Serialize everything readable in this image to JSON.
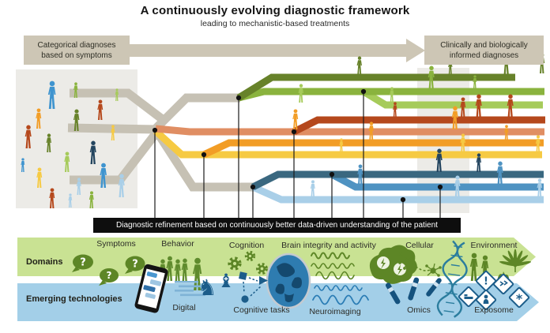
{
  "figure": {
    "title": "A continuously evolving diagnostic framework",
    "subtitle": "leading to mechanistic-based treatments",
    "left_box_label": "Categorical diagnoses based on symptoms",
    "right_box_label": "Clinically and biologically informed diagnoses",
    "refinement_bar_label": "Diagnostic refinement based on continuously better data-driven understanding of the patient"
  },
  "domains": {
    "row_label": "Domains",
    "items": [
      {
        "label": "Symptoms",
        "icon": "question-speech-bubbles-icon"
      },
      {
        "label": "Behavior",
        "icon": "people-group-icon"
      },
      {
        "label": "Cognition",
        "icon": "gears-icon"
      },
      {
        "label": "Brain integrity and activity",
        "icon": "brain-scan-activity-icon"
      },
      {
        "label": "Cellular",
        "icon": "neurons-icon"
      },
      {
        "label": "Environment",
        "icon": "people-cannabis-leaf-icon"
      }
    ]
  },
  "technologies": {
    "row_label": "Emerging technologies",
    "items": [
      {
        "label": "Digital",
        "icon": "smartphone-chat-icon"
      },
      {
        "label": "Cognitive tasks",
        "icon": "chess-shapes-arrows-icon"
      },
      {
        "label": "Neuroimaging",
        "icon": "brain-mri-waves-icon"
      },
      {
        "label": "Omics",
        "icon": "test-tubes-dna-icon"
      },
      {
        "label": "Exposome",
        "icon": "warning-diamonds-icon"
      }
    ]
  },
  "palette": {
    "gray_stream": "#c6c1b4",
    "tan_box": "#cdc6b5",
    "dark_olive": "#67822a",
    "green": "#8ab33e",
    "light_green": "#a6cb5a",
    "rust": "#b5481c",
    "salmon": "#e08e63",
    "orange": "#f29d26",
    "yellow": "#f6ca43",
    "dark_teal": "#3a6880",
    "medium_blue": "#4f93c2",
    "light_blue": "#a9cfe8",
    "blue_person": "#3f94cf",
    "navy_person": "#24455f",
    "domains_band": "#c9e293",
    "tech_band": "#a3cfe8",
    "icon_green": "#5d8626",
    "icon_blue": "#1c5d8a",
    "bar_black": "#0e0e0e",
    "panel_gray": "#ecebe7"
  }
}
